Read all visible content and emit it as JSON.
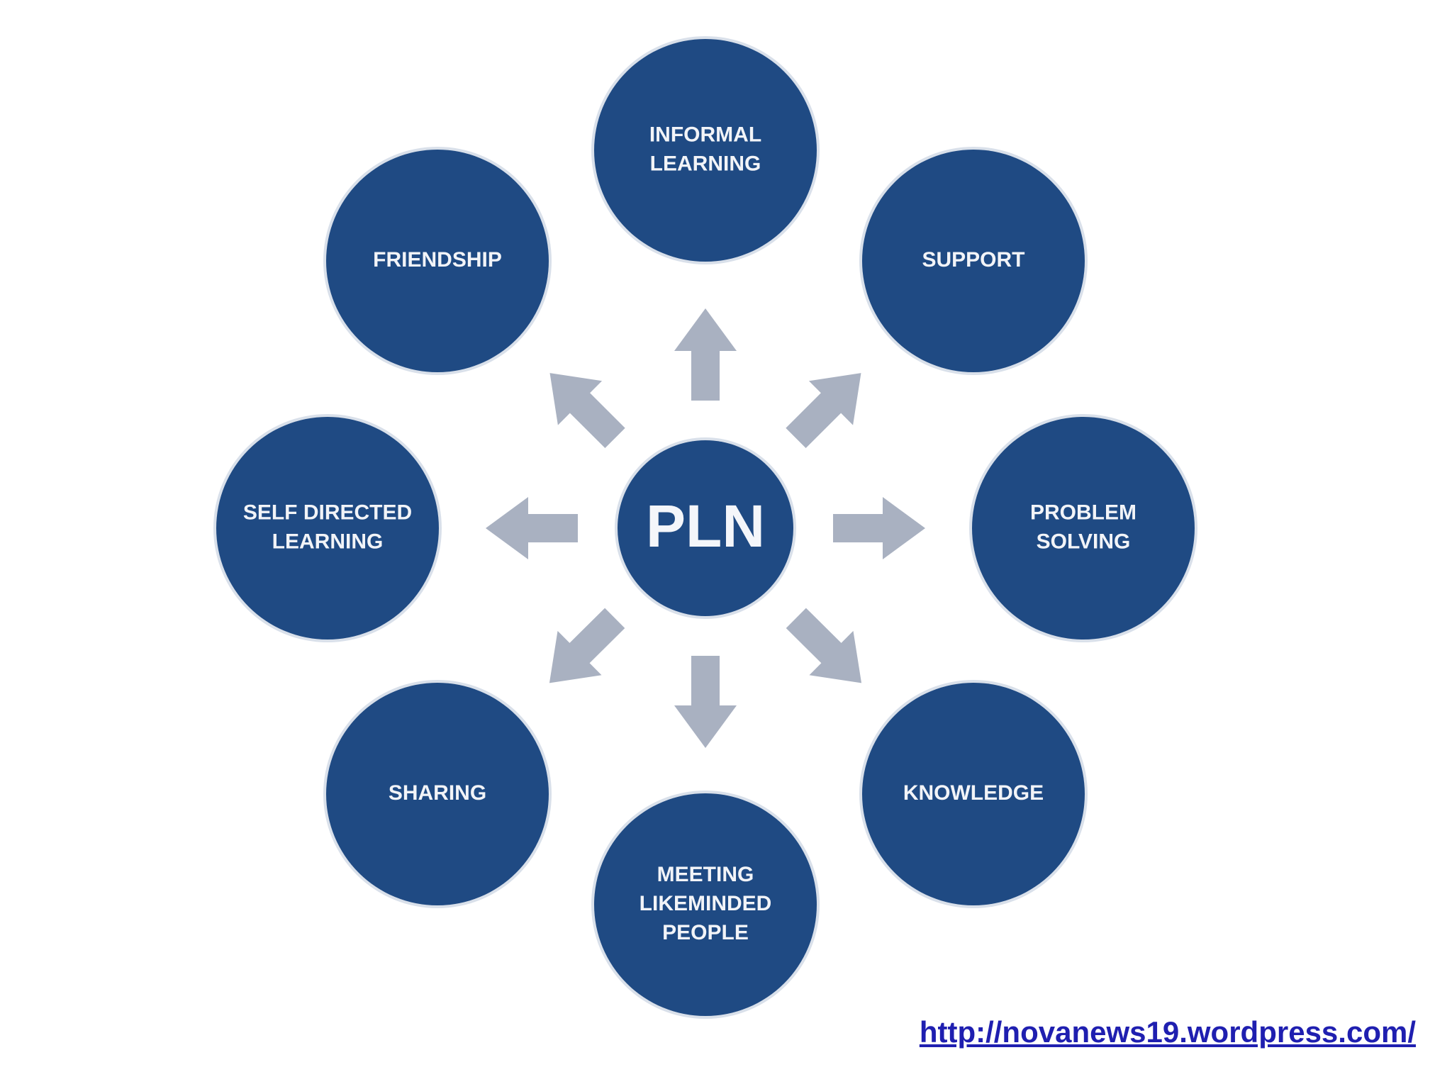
{
  "center": {
    "label": "PLN"
  },
  "nodes": [
    {
      "id": "informal-learning",
      "lines": [
        "INFORMAL",
        "LEARNING"
      ]
    },
    {
      "id": "support",
      "lines": [
        "SUPPORT"
      ]
    },
    {
      "id": "problem-solving",
      "lines": [
        "PROBLEM",
        "SOLVING"
      ]
    },
    {
      "id": "knowledge",
      "lines": [
        "KNOWLEDGE"
      ]
    },
    {
      "id": "meeting-likeminded-people",
      "lines": [
        "MEETING",
        "LIKEMINDED",
        "PEOPLE"
      ]
    },
    {
      "id": "sharing",
      "lines": [
        "SHARING"
      ]
    },
    {
      "id": "self-directed-learning",
      "lines": [
        "SELF DIRECTED",
        "LEARNING"
      ]
    },
    {
      "id": "friendship",
      "lines": [
        "FRIENDSHIP"
      ]
    }
  ],
  "source_link": "http://novanews19.wordpress.com/",
  "colors": {
    "circle": "#1f4a83",
    "circle_edge": "#d9e0ea",
    "arrow": "#a9b1c1",
    "text": "#f2f4f8",
    "link": "#1f1fb0"
  }
}
